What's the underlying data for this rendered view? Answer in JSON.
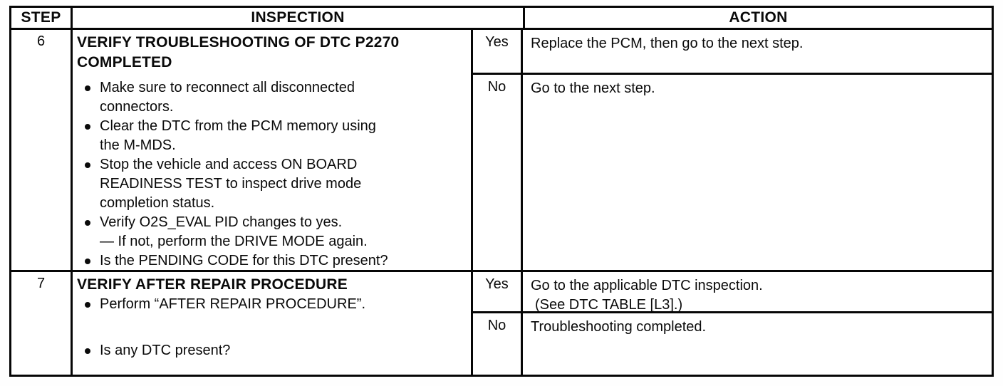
{
  "colors": {
    "ink": "#0a0a0a",
    "paper": "#ffffff"
  },
  "table": {
    "headers": {
      "step": "STEP",
      "inspection": "INSPECTION",
      "action": "ACTION"
    },
    "rows": [
      {
        "step": "6",
        "title": "VERIFY TROUBLESHOOTING OF DTC P2270 COMPLETED",
        "bullets": [
          {
            "text": "Make sure to reconnect all disconnected connectors."
          },
          {
            "text": "Clear the DTC from the PCM memory using the M-MDS."
          },
          {
            "text": "Stop the vehicle and access ON BOARD READINESS TEST to inspect drive mode completion status."
          },
          {
            "text": "Verify O2S_EVAL PID changes to yes.",
            "sub": "— If not, perform the DRIVE MODE again."
          },
          {
            "text": "Is the PENDING CODE for this DTC present?"
          }
        ],
        "branches": [
          {
            "label": "Yes",
            "lines": [
              "Replace the PCM, then go to the next step."
            ]
          },
          {
            "label": "No",
            "lines": [
              "Go to the next step."
            ]
          }
        ]
      },
      {
        "step": "7",
        "title": "VERIFY AFTER REPAIR PROCEDURE",
        "bullets": [
          {
            "text": "Perform “AFTER REPAIR PROCEDURE”."
          },
          {
            "text": "Is any DTC present?"
          }
        ],
        "branches": [
          {
            "label": "Yes",
            "lines": [
              "Go to the applicable DTC inspection.",
              "(See DTC TABLE [L3].)"
            ]
          },
          {
            "label": "No",
            "lines": [
              "Troubleshooting completed."
            ]
          }
        ]
      }
    ]
  }
}
